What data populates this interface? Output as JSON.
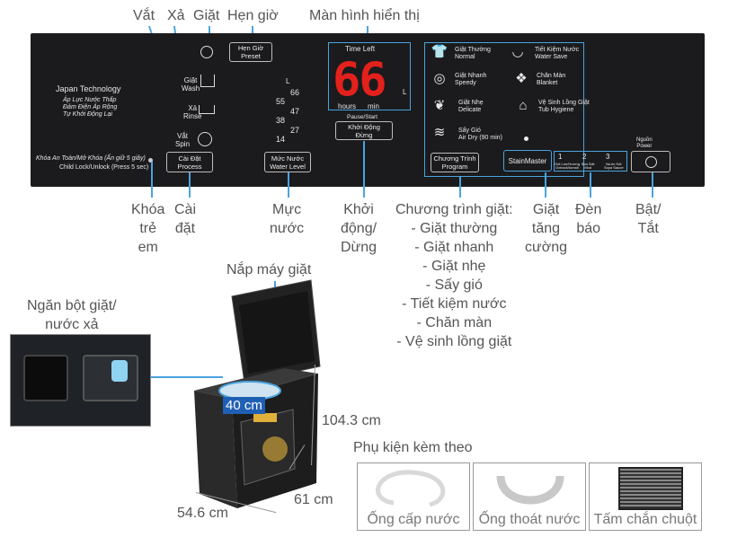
{
  "top_labels": {
    "vat": "Vắt",
    "xa": "Xả",
    "giat": "Giặt",
    "hen_gio": "Hẹn giờ",
    "man_hinh": "Màn hình hiển thị"
  },
  "panel": {
    "brand": [
      "Japan Technology",
      "Áp Lực Nước Thấp",
      "Đảm Điện Áp Rộng",
      "Tự Khởi Động Lại"
    ],
    "child_lock": [
      "Khóa An Toàn/Mở Khóa (Ấn giữ 5 giây)",
      "Child Lock/Unlock (Press 5 sec)"
    ],
    "hen_gio_btn": [
      "Hẹn Giờ",
      "Preset"
    ],
    "giat_lbl": [
      "Giặt",
      "Wash"
    ],
    "xa_lbl": [
      "Xả",
      "Rinse"
    ],
    "vat_lbl": [
      "Vắt",
      "Spin"
    ],
    "cai_dat_btn": [
      "Cài Đặt",
      "Process"
    ],
    "water_l": "L",
    "water_levels_right": [
      "66",
      "47",
      "27"
    ],
    "water_levels_left": [
      "55",
      "38",
      "14"
    ],
    "muc_nuoc_btn": [
      "Mức Nước",
      "Water Level"
    ],
    "time_left": "Time Left",
    "display_digits": "66",
    "display_l": "L",
    "hours": "hours",
    "min": "min",
    "pause_start": "Pause/Start",
    "khoi_dong_btn": [
      "Khởi Động",
      "Đừng"
    ],
    "programs": [
      [
        "Giặt Thường",
        "Normal"
      ],
      [
        "Tiết Kiệm Nước",
        "Water Save"
      ],
      [
        "Giặt Nhanh",
        "Speedy"
      ],
      [
        "Chăn Màn",
        "Blanket"
      ],
      [
        "Giặt Nhẹ",
        "Delicate"
      ],
      [
        "Vệ Sinh Lồng Giặt",
        "Tub Hygiene"
      ],
      [
        "Sấy Gió",
        "Air Dry (90 min)"
      ]
    ],
    "chuong_trinh_btn": [
      "Chương Trình",
      "Program"
    ],
    "stainmaster": "StainMaster",
    "indicator_nums": [
      "1",
      "2",
      "3"
    ],
    "indicator_lbls": [
      [
        "Gót Lún/Hường",
        "Oxtrack/tomah"
      ],
      [
        "Bùn Đất",
        "Mud"
      ],
      [
        "Nước Sốt",
        "Soya Sauce"
      ]
    ],
    "nguon": [
      "Nguồn",
      "Power"
    ]
  },
  "callouts": {
    "khoa": "Khóa\ntrẻ\nem",
    "cai_dat": "Cài\nđặt",
    "muc_nuoc": "Mực\nnước",
    "khoi_dong": "Khởi\nđộng/\nDừng",
    "chuong_trinh": "Chương trình giặt:\n- Giặt thường\n- Giặt nhanh\n- Giặt nhẹ\n- Sấy gió\n- Tiết kiệm nước\n- Chăn màn\n- Vệ sinh lồng giặt",
    "giat_tang_cuong": "Giặt\ntăng\ncường",
    "den_bao": "Đèn\nbáo",
    "bat_tat": "Bật/\nTắt"
  },
  "machine": {
    "nap_may": "Nắp máy giặt",
    "ngan_bot": "Ngăn bột giặt/\nnước xả",
    "diameter": "40 cm",
    "height": "104.3 cm",
    "depth": "61 cm",
    "width": "54.6 cm"
  },
  "accessories": {
    "title": "Phụ kiện kèm theo",
    "items": [
      "Ống cấp nước",
      "Ống thoát nước",
      "Tấm chắn chuột"
    ]
  },
  "colors": {
    "panel": "#1b1b1d",
    "accent": "#4aa3df",
    "display_red": "#e3211c"
  }
}
